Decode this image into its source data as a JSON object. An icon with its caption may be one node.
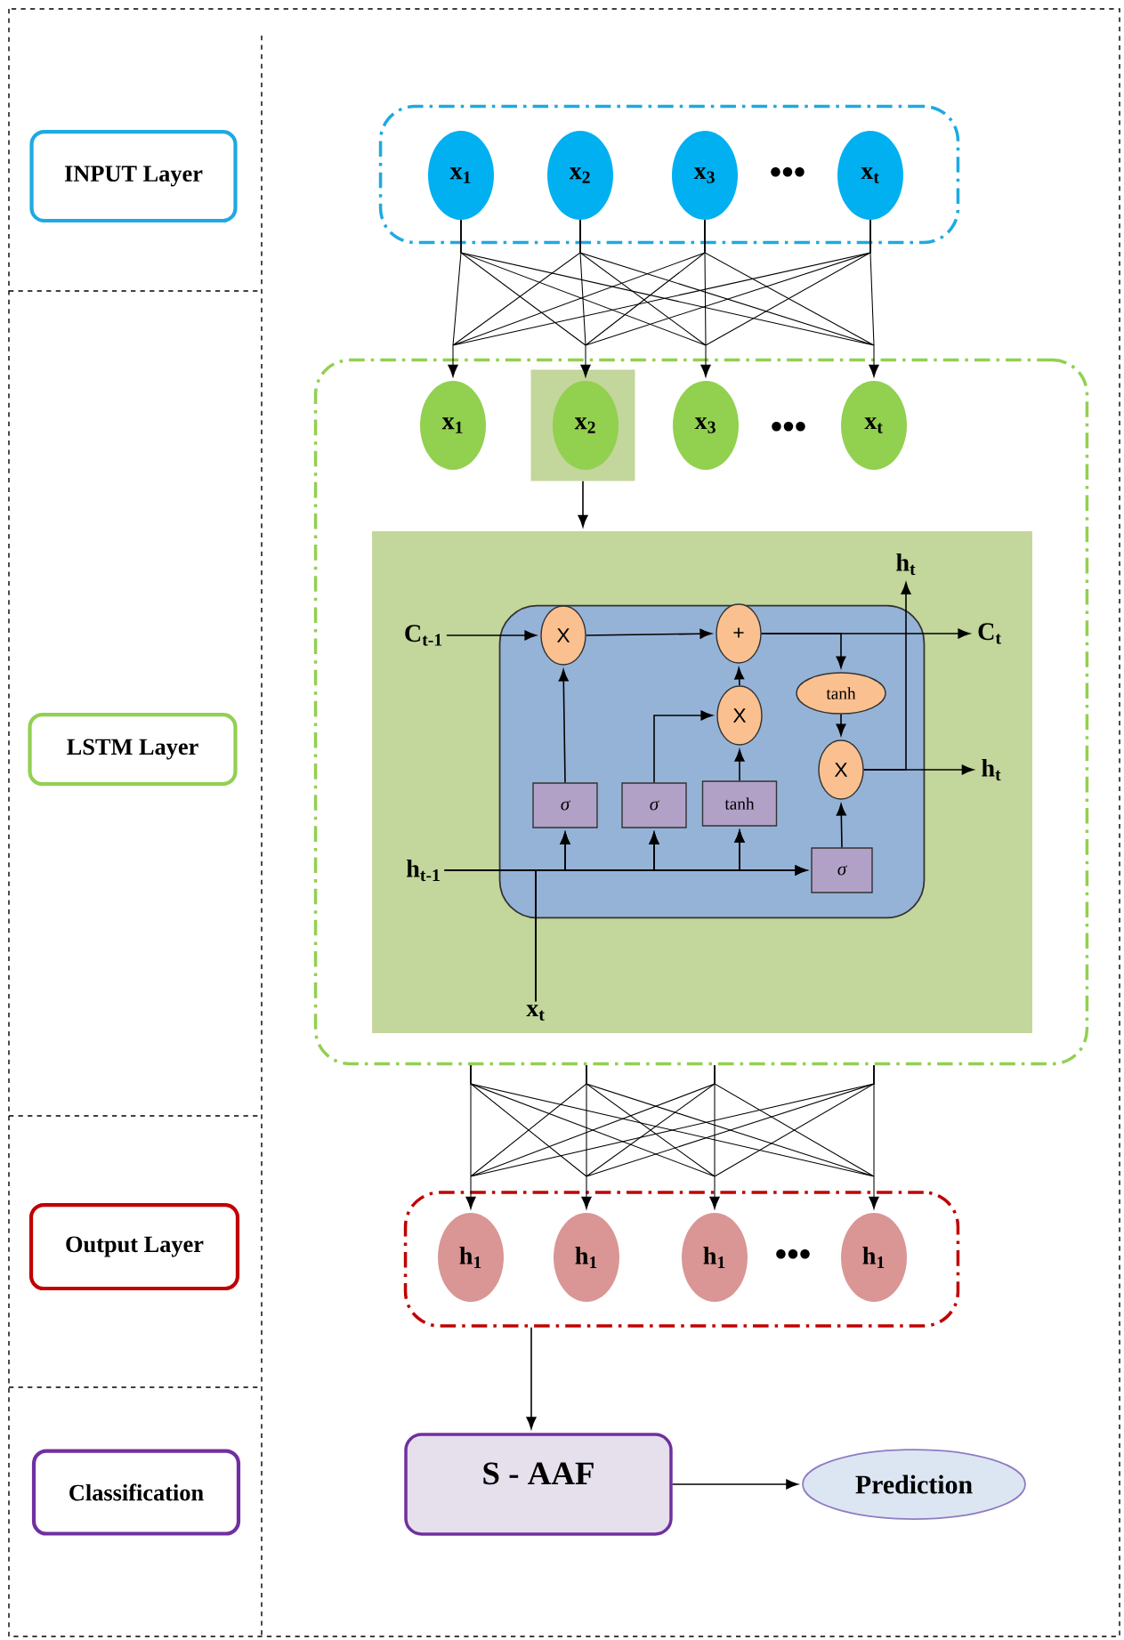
{
  "diagram": {
    "nodes": [
      {
        "text": [
          "INPUT Layer"
        ]
      },
      {
        "text": [
          "LSTM Layer"
        ]
      },
      {
        "text": [
          "Output Layer"
        ]
      },
      {
        "text": [
          "Classification"
        ]
      },
      {
        "text": [],
        "shape": "box"
      },
      {
        "text": [
          "x$_{1}$"
        ],
        "in": 4
      },
      {
        "text": [
          "x$_{2}$"
        ],
        "in": 4
      },
      {
        "text": [
          "x$_{3}$"
        ],
        "in": 4
      },
      {
        "text": [
          "x$_{t}$"
        ],
        "in": 4
      },
      {
        "text": [],
        "shape": "box"
      },
      {
        "text": [
          "x$_{1}$"
        ],
        "in": 9
      },
      {
        "text": [],
        "shape": "box",
        "in": 9
      },
      {
        "text": [
          "x$_{2}$"
        ],
        "in": 11
      },
      {
        "text": [
          "x$_{3}$"
        ],
        "in": 9
      },
      {
        "text": [
          "x$_{t}$"
        ],
        "in": 9
      },
      {
        "text": [],
        "shape": "box",
        "in": 9
      },
      {
        "text": [
          "C$_{t-1}$"
        ],
        "in": 15
      },
      {
        "text": [
          "h$_{t-1}$"
        ],
        "in": 15
      },
      {
        "text": [
          "x$_{t}$"
        ],
        "in": 15
      },
      {
        "text": [
          "h$_{t}$"
        ],
        "in": 15
      },
      {
        "text": [
          "C$_{t}$"
        ],
        "in": 15
      },
      {
        "text": [
          "h$_{t}$"
        ],
        "in": 15
      },
      {
        "text": [],
        "shape": "box",
        "in": 15
      },
      {
        "text": [
          "X"
        ],
        "in": 22
      },
      {
        "text": [
          "+"
        ],
        "in": 22
      },
      {
        "text": [
          "X"
        ],
        "in": 22
      },
      {
        "text": [
          "tanh"
        ],
        "in": 22
      },
      {
        "text": [
          "X"
        ],
        "in": 22
      },
      {
        "text": [
          "σ"
        ],
        "in": 22
      },
      {
        "text": [
          "σ"
        ],
        "in": 22
      },
      {
        "text": [
          "tanh"
        ],
        "in": 22
      },
      {
        "text": [
          "σ"
        ],
        "in": 22
      },
      {
        "text": [],
        "shape": "box"
      },
      {
        "text": [
          "h$_{1}$"
        ],
        "in": 32
      },
      {
        "text": [
          "h$_{1}$"
        ],
        "in": 32
      },
      {
        "text": [
          "h$_{1}$"
        ],
        "in": 32
      },
      {
        "text": [
          "h$_{1}$"
        ],
        "in": 32
      },
      {
        "text": [
          "S - AAF"
        ]
      },
      {
        "text": [
          "Prediction"
        ]
      }
    ],
    "edges": [
      {
        "from": 5,
        "to": 10,
        "arrow": "to"
      },
      {
        "from": 5,
        "to": 12,
        "arrow": "to"
      },
      {
        "from": 5,
        "to": 13,
        "arrow": "to"
      },
      {
        "from": 5,
        "to": 14,
        "arrow": "to"
      },
      {
        "from": 6,
        "to": 10,
        "arrow": "to"
      },
      {
        "from": 6,
        "to": 12,
        "arrow": "to"
      },
      {
        "from": 6,
        "to": 13,
        "arrow": "to"
      },
      {
        "from": 6,
        "to": 14,
        "arrow": "to"
      },
      {
        "from": 7,
        "to": 10,
        "arrow": "to"
      },
      {
        "from": 7,
        "to": 12,
        "arrow": "to"
      },
      {
        "from": 7,
        "to": 13,
        "arrow": "to"
      },
      {
        "from": 7,
        "to": 14,
        "arrow": "to"
      },
      {
        "from": 8,
        "to": 10,
        "arrow": "to"
      },
      {
        "from": 8,
        "to": 12,
        "arrow": "to"
      },
      {
        "from": 8,
        "to": 13,
        "arrow": "to"
      },
      {
        "from": 8,
        "to": 14,
        "arrow": "to"
      },
      {
        "from": 11,
        "to": 15,
        "arrow": "to"
      },
      {
        "from": 16,
        "to": 23,
        "arrow": "to"
      },
      {
        "from": 23,
        "to": 24,
        "arrow": "to"
      },
      {
        "from": 24,
        "to": 20,
        "arrow": "to"
      },
      {
        "from": 24,
        "to": 26,
        "arrow": "to"
      },
      {
        "from": 26,
        "to": 27,
        "arrow": "to"
      },
      {
        "from": 27,
        "to": 21,
        "arrow": "to"
      },
      {
        "from": 27,
        "to": 19,
        "arrow": "to"
      },
      {
        "from": 25,
        "to": 24,
        "arrow": "to"
      },
      {
        "from": 28,
        "to": 23,
        "arrow": "to"
      },
      {
        "from": 29,
        "to": 25,
        "arrow": "to"
      },
      {
        "from": 30,
        "to": 25,
        "arrow": "to"
      },
      {
        "from": 31,
        "to": 27,
        "arrow": "to"
      },
      {
        "from": 17,
        "to": 28,
        "arrow": "to"
      },
      {
        "from": 17,
        "to": 29,
        "arrow": "to"
      },
      {
        "from": 17,
        "to": 30,
        "arrow": "to"
      },
      {
        "from": 17,
        "to": 31,
        "arrow": "to"
      },
      {
        "from": 18,
        "to": 28,
        "arrow": "to"
      },
      {
        "from": 18,
        "to": 29,
        "arrow": "to"
      },
      {
        "from": 18,
        "to": 30,
        "arrow": "to"
      },
      {
        "from": 18,
        "to": 31,
        "arrow": "to"
      },
      {
        "from": 9,
        "to": 33,
        "arrow": "to"
      },
      {
        "from": 9,
        "to": 34,
        "arrow": "to"
      },
      {
        "from": 9,
        "to": 35,
        "arrow": "to"
      },
      {
        "from": 9,
        "to": 36,
        "arrow": "to"
      },
      {
        "from": 32,
        "to": 37,
        "arrow": "to"
      },
      {
        "from": 37,
        "to": 38,
        "arrow": "to"
      }
    ],
    "labels": [
      "•••",
      "•••",
      "•••"
    ]
  }
}
